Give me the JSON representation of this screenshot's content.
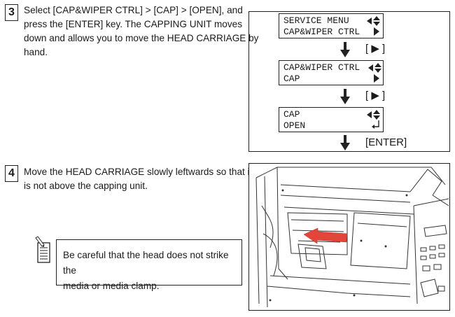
{
  "step3": {
    "number": "3",
    "lines": [
      "Select [CAP&WIPER CTRL] > [CAP] > [OPEN], and",
      "press the [ENTER] key.  The CAPPING UNIT moves",
      "down and allows you to move the HEAD CARRIAGE by",
      "hand."
    ]
  },
  "menu": {
    "screens": [
      {
        "line1": "SERVICE MENU",
        "line2": "CAP&WIPER CTRL",
        "icon1": "up-down-arrow-icon",
        "icon2": "right-arrow-icon"
      },
      {
        "line1": "CAP&WIPER CTRL",
        "line2": "CAP",
        "icon1": "up-down-arrow-icon",
        "icon2": "right-arrow-icon"
      },
      {
        "line1": "CAP",
        "line2": "OPEN",
        "icon1": "up-down-arrow-icon",
        "icon2": "enter-return-icon"
      }
    ],
    "key1": "[ ▶ ]",
    "key2": "[ ▶ ]",
    "key3": "[ENTER]"
  },
  "step4": {
    "number": "4",
    "lines": [
      "Move the HEAD CARRIAGE slowly leftwards so that it",
      "is not above the capping unit."
    ]
  },
  "note": {
    "icon": "note-pad-icon",
    "lines": [
      "Be careful that the head does not strike the",
      "media or media clamp."
    ]
  },
  "colors": {
    "arrow_red": "#e2463a"
  }
}
